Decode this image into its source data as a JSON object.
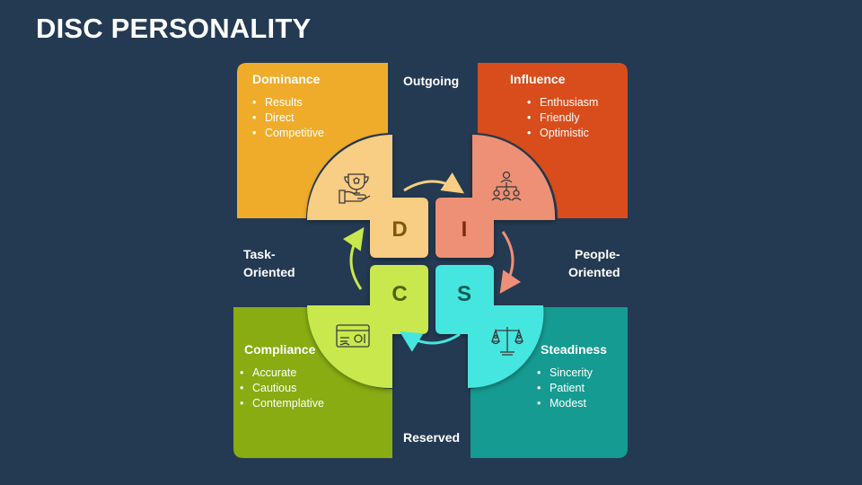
{
  "title": "DISC PERSONALITY",
  "colors": {
    "background": "#243a52",
    "dominance": "#efac2b",
    "dominance_light": "#f8cd84",
    "influence": "#d94d1c",
    "influence_light": "#ee9075",
    "compliance": "#88ac12",
    "compliance_light": "#c8e84d",
    "steadiness": "#159b91",
    "steadiness_light": "#45e6df"
  },
  "axis_labels": {
    "top": "Outgoing",
    "bottom": "Reserved",
    "left_line1": "Task-",
    "left_line2": "Oriented",
    "right_line1": "People-",
    "right_line2": "Oriented"
  },
  "quadrants": {
    "dominance": {
      "letter": "D",
      "title": "Dominance",
      "items": [
        "Results",
        "Direct",
        "Competitive"
      ],
      "icon": "trophy-hand-icon"
    },
    "influence": {
      "letter": "I",
      "title": "Influence",
      "items": [
        "Enthusiasm",
        "Friendly",
        "Optimistic"
      ],
      "icon": "org-chart-icon"
    },
    "compliance": {
      "letter": "C",
      "title": "Compliance",
      "items": [
        "Accurate",
        "Cautious",
        "Contemplative"
      ],
      "icon": "cheque-icon"
    },
    "steadiness": {
      "letter": "S",
      "title": "Steadiness",
      "items": [
        "Sincerity",
        "Patient",
        "Modest"
      ],
      "icon": "balance-scale-icon"
    }
  }
}
